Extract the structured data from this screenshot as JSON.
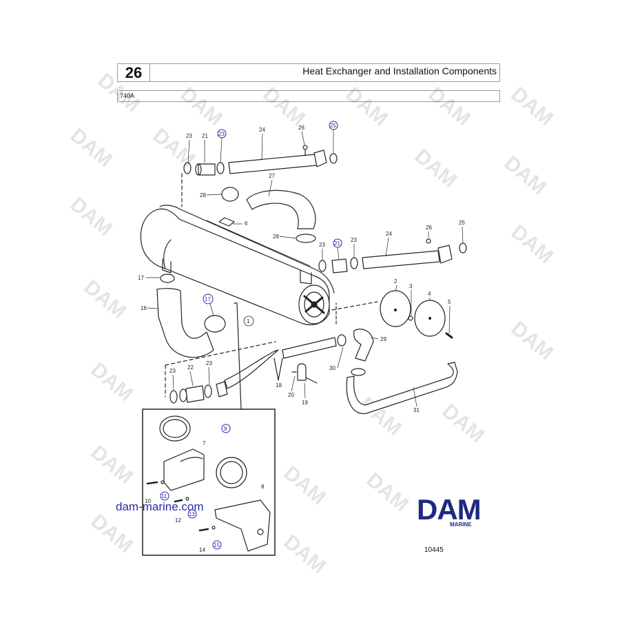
{
  "header": {
    "section_number": "26",
    "title": "Heat Exchanger and Installation Components"
  },
  "model": "740A",
  "watermark": "DAM",
  "site_text": "dam-marine.com",
  "logo": {
    "main": "DAM",
    "sub": "MARINE"
  },
  "figure_number": "10445",
  "callouts": {
    "c1": "1",
    "c2": "2",
    "c3": "3",
    "c4": "4",
    "c5": "5",
    "c6": "6",
    "c7": "7",
    "c8": "8",
    "c9": "9",
    "c10": "10",
    "c11": "11",
    "c12": "12",
    "c13": "13",
    "c14": "14",
    "c15": "15",
    "c16": "16",
    "c17a": "17",
    "c17b": "17",
    "c18": "18",
    "c19": "19",
    "c20": "20",
    "c21a": "21",
    "c21b": "21",
    "c22": "22",
    "c23a": "23",
    "c23b": "23",
    "c23c": "23",
    "c23d": "23",
    "c23e": "23",
    "c23f": "23",
    "c24a": "24",
    "c24b": "24",
    "c25a": "25",
    "c25b": "25",
    "c26a": "26",
    "c26b": "26",
    "c27": "27",
    "c28a": "28",
    "c28b": "28",
    "c29": "29",
    "c30": "30",
    "c31": "31"
  },
  "colors": {
    "callout_highlight": "#2a2aa6",
    "logo": "#1e2a80",
    "lines": "#222222"
  }
}
